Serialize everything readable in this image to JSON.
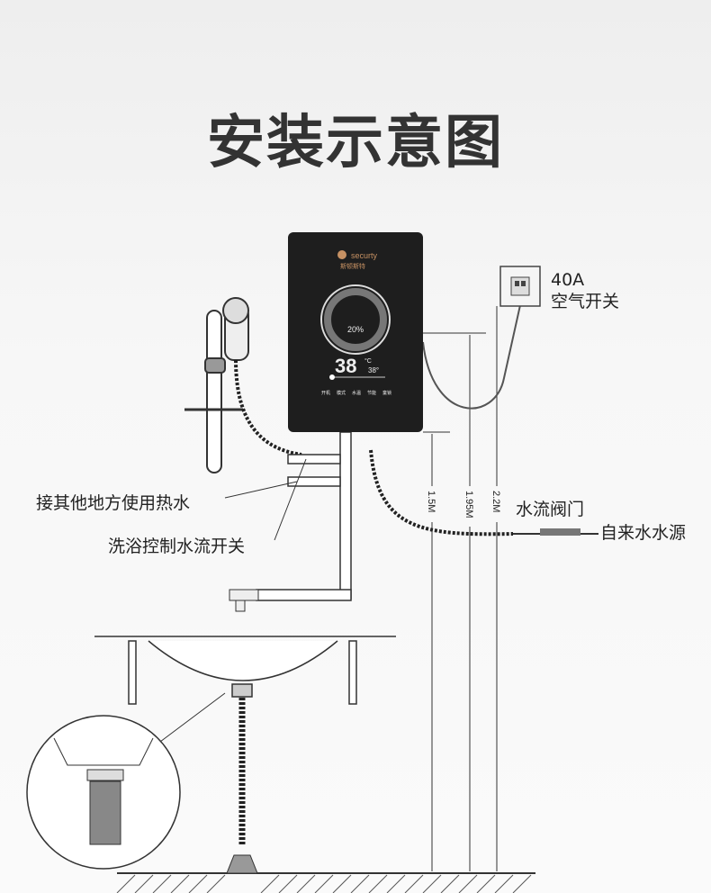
{
  "title": "安装示意图",
  "heater": {
    "brand": "securty",
    "brand_cn": "斯顿斯特",
    "percent": "20%",
    "temperature": "38",
    "temp_unit": "°C",
    "set_temp": "38°",
    "buttons": [
      "开机",
      "模式",
      "水温",
      "节能",
      "童锁"
    ]
  },
  "breaker": {
    "rating": "40A",
    "label": "空气开关"
  },
  "dimensions": [
    "1.5M",
    "1.95M",
    "2.2M"
  ],
  "labels": {
    "hot_water_outlet": "接其他地方使用热水",
    "shower_switch": "洗浴控制水流开关",
    "water_valve": "水流阀门",
    "water_source": "自来水水源"
  }
}
